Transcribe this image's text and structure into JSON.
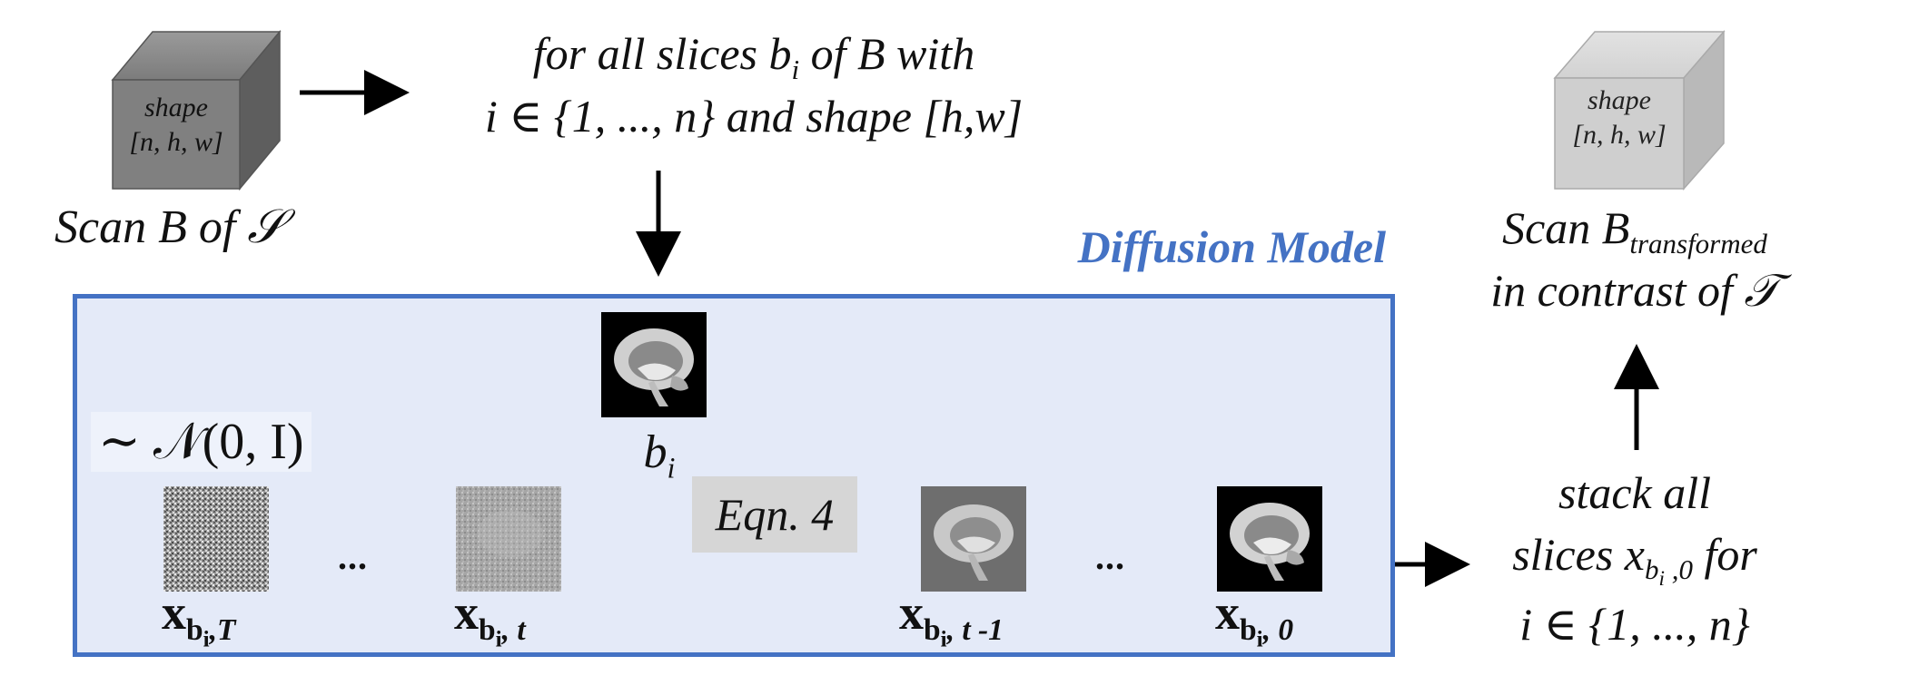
{
  "source_cube": {
    "label_line1": "shape",
    "label_line2": "[n, h, w]",
    "caption": "Scan B of 𝒮"
  },
  "target_cube": {
    "label_line1": "shape",
    "label_line2": "[n, h, w]",
    "caption_prefix": "Scan B",
    "caption_sub": "transformed",
    "caption_line2": "in contrast of 𝒯"
  },
  "slices_text": {
    "line1_a": "for all slices b",
    "line1_sub": "i",
    "line1_b": " of B with",
    "line2": "i ∈ {1, ..., n} and shape [h,w]"
  },
  "diffusion_title": "Diffusion Model",
  "noise_dist": "∼ 𝒩(0, I)",
  "condition_label": {
    "main": "b",
    "sub": "i"
  },
  "equation_box": "Eqn. 4",
  "dots": "...",
  "nodes": [
    {
      "base": "x",
      "sub_b": "b",
      "sub_i": "i",
      "sub_rest": ",T"
    },
    {
      "base": "x",
      "sub_b": "b",
      "sub_i": "i",
      "sub_rest": ", t"
    },
    {
      "base": "x",
      "sub_b": "b",
      "sub_i": "i",
      "sub_rest": ", t -1"
    },
    {
      "base": "x",
      "sub_b": "b",
      "sub_i": "i",
      "sub_rest": ", 0"
    }
  ],
  "stack_text": {
    "line1": "stack all",
    "line2_a": "slices x",
    "line2_sub_b": "b",
    "line2_sub_i": "i",
    "line2_sub_rest": " ,0",
    "line2_b": "  for",
    "line3": "i ∈ {1, ..., n}"
  },
  "colors": {
    "panel_fill": "#e4eaf8",
    "panel_border": "#4472c4",
    "title": "#4472c4",
    "eqn_box": "#d6d6d6"
  }
}
